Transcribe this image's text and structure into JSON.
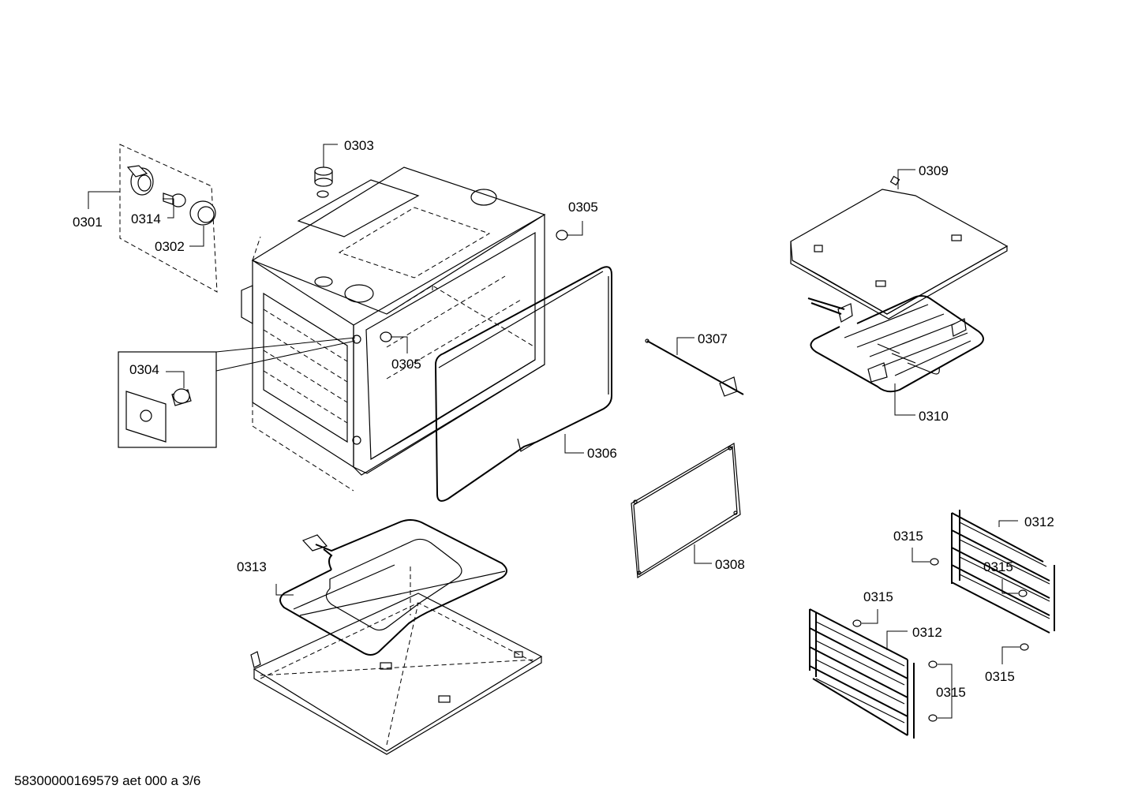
{
  "footer": {
    "document_id": "58300000169579 aet 000 a 3/6"
  },
  "parts": [
    {
      "id": "p0301",
      "label": "0301"
    },
    {
      "id": "p0302",
      "label": "0302"
    },
    {
      "id": "p0303",
      "label": "0303"
    },
    {
      "id": "p0304",
      "label": "0304"
    },
    {
      "id": "p0305a",
      "label": "0305"
    },
    {
      "id": "p0305b",
      "label": "0305"
    },
    {
      "id": "p0306",
      "label": "0306"
    },
    {
      "id": "p0307",
      "label": "0307"
    },
    {
      "id": "p0308",
      "label": "0308"
    },
    {
      "id": "p0309",
      "label": "0309"
    },
    {
      "id": "p0310",
      "label": "0310"
    },
    {
      "id": "p0312a",
      "label": "0312"
    },
    {
      "id": "p0312b",
      "label": "0312"
    },
    {
      "id": "p0313",
      "label": "0313"
    },
    {
      "id": "p0314",
      "label": "0314"
    },
    {
      "id": "p0315a",
      "label": "0315"
    },
    {
      "id": "p0315b",
      "label": "0315"
    },
    {
      "id": "p0315c",
      "label": "0315"
    },
    {
      "id": "p0315d",
      "label": "0315"
    },
    {
      "id": "p0315e",
      "label": "0315"
    }
  ]
}
